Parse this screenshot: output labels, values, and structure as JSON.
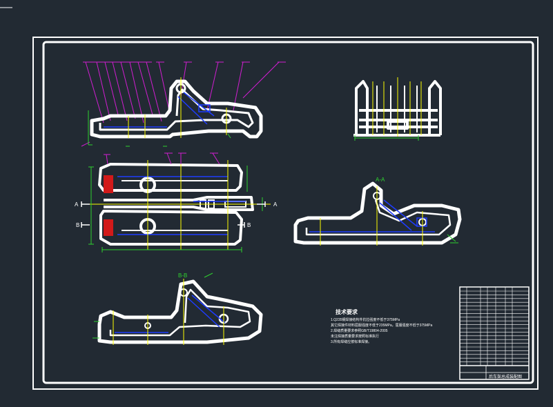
{
  "drawing": {
    "section_labels": {
      "aa_left": "A",
      "aa_right": "A",
      "bb_left": "B",
      "bb_right": "B",
      "view_aa": "A-A",
      "view_bb": "B-B"
    },
    "tech_requirements": {
      "title": "技术要求",
      "lines": [
        "1.Q235钢焊接结构件抗拉强度不低于375MPa",
        "  其它焊接件材料屈服强度不低于235MPa，屈服强度不低于375MPa",
        "2.焊缝质量要求参照GB/T19804-2005",
        "  未注焊接质量要求按照标准执行",
        "3.所有焊缝应按标准焊接。"
      ]
    },
    "title_block": {
      "name": "后车架总成装配图"
    }
  },
  "colors": {
    "background": "#222a33",
    "frame": "#ffffff",
    "outline": "#ffffff",
    "leader": "#d21ed2",
    "centerline": "#ffff00",
    "dimension": "#2fd22f",
    "hidden": "#1e3cff",
    "hatch": "#ff2020"
  }
}
